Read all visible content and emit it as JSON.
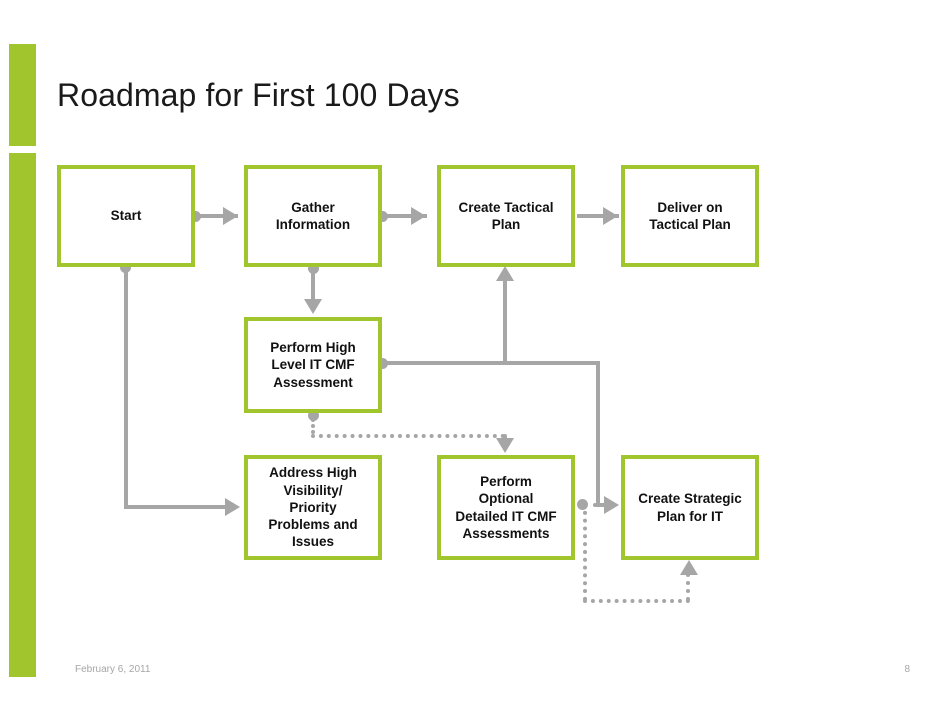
{
  "slide": {
    "title": "Roadmap for First 100 Days",
    "accent_color": "#A1C62D",
    "connector_color": "#A6A6A6",
    "background": "#ffffff"
  },
  "footer": {
    "date": "February 6, 2011",
    "page_number": "8"
  },
  "diagram": {
    "type": "flowchart",
    "nodes": [
      {
        "id": "start",
        "label": "Start"
      },
      {
        "id": "gather",
        "label": "Gather\nInformation"
      },
      {
        "id": "create-tactical",
        "label": "Create Tactical\nPlan"
      },
      {
        "id": "deliver-tactical",
        "label": "Deliver on\nTactical Plan"
      },
      {
        "id": "high-level-cmf",
        "label": "Perform High\nLevel IT CMF\nAssessment"
      },
      {
        "id": "address-high",
        "label": "Address High\nVisibility/\nPriority\nProblems and\nIssues"
      },
      {
        "id": "optional-cmf",
        "label": "Perform\nOptional\nDetailed IT CMF\nAssessments"
      },
      {
        "id": "strategic-plan",
        "label": "Create Strategic\nPlan for IT"
      }
    ],
    "edges": [
      {
        "from": "start",
        "to": "gather",
        "style": "solid"
      },
      {
        "from": "gather",
        "to": "create-tactical",
        "style": "solid"
      },
      {
        "from": "create-tactical",
        "to": "deliver-tactical",
        "style": "solid"
      },
      {
        "from": "gather",
        "to": "high-level-cmf",
        "style": "solid"
      },
      {
        "from": "start",
        "to": "address-high",
        "style": "solid"
      },
      {
        "from": "high-level-cmf",
        "to": "create-tactical",
        "style": "solid"
      },
      {
        "from": "high-level-cmf",
        "to": "strategic-plan",
        "style": "solid"
      },
      {
        "from": "high-level-cmf",
        "to": "optional-cmf",
        "style": "dotted"
      },
      {
        "from": "optional-cmf",
        "to": "strategic-plan",
        "style": "dotted"
      }
    ]
  }
}
